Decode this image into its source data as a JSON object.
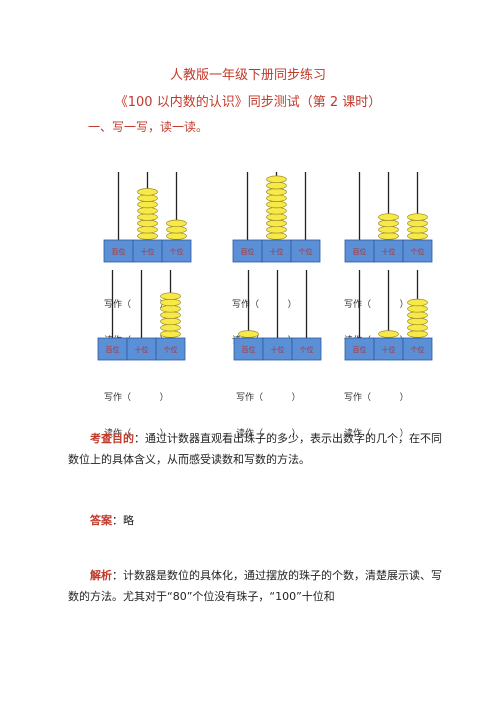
{
  "header": {
    "title": "人教版一年级下册同步练习",
    "subtitle": "《100 以内数的认识》同步测试（第 2 课时）",
    "section": "一、写一写，读一读。"
  },
  "abacus_labels": [
    "百位",
    "十位",
    "个位"
  ],
  "abaci": [
    {
      "beads": [
        0,
        8,
        3
      ]
    },
    {
      "beads": [
        0,
        10,
        0
      ]
    },
    {
      "beads": [
        0,
        4,
        4
      ]
    },
    {
      "beads": [
        0,
        0,
        7
      ]
    },
    {
      "beads": [
        1,
        0,
        0
      ]
    },
    {
      "beads": [
        0,
        1,
        6
      ]
    }
  ],
  "write_label": "写作（          ）",
  "read_label": "读作（          ）",
  "colors": {
    "bead": "#f7e94a",
    "bead_stroke": "#9c8a1a",
    "label_box": "#5b8fd6",
    "accent": "#c0392b"
  },
  "explanation": {
    "purpose_kw": "考查目的",
    "purpose_text": "：通过计数器直观看出珠子的多少，表示出数字的几个，在不同数位上的具体含义，从而感受读数和写数的方法。",
    "answer_kw": "答案",
    "answer_text": "：略",
    "analysis_kw": "解析",
    "analysis_text": "：计数器是数位的具体化，通过摆放的珠子的个数，清楚展示读、写数的方法。尤其对于“80”个位没有珠子，“100”十位和"
  }
}
